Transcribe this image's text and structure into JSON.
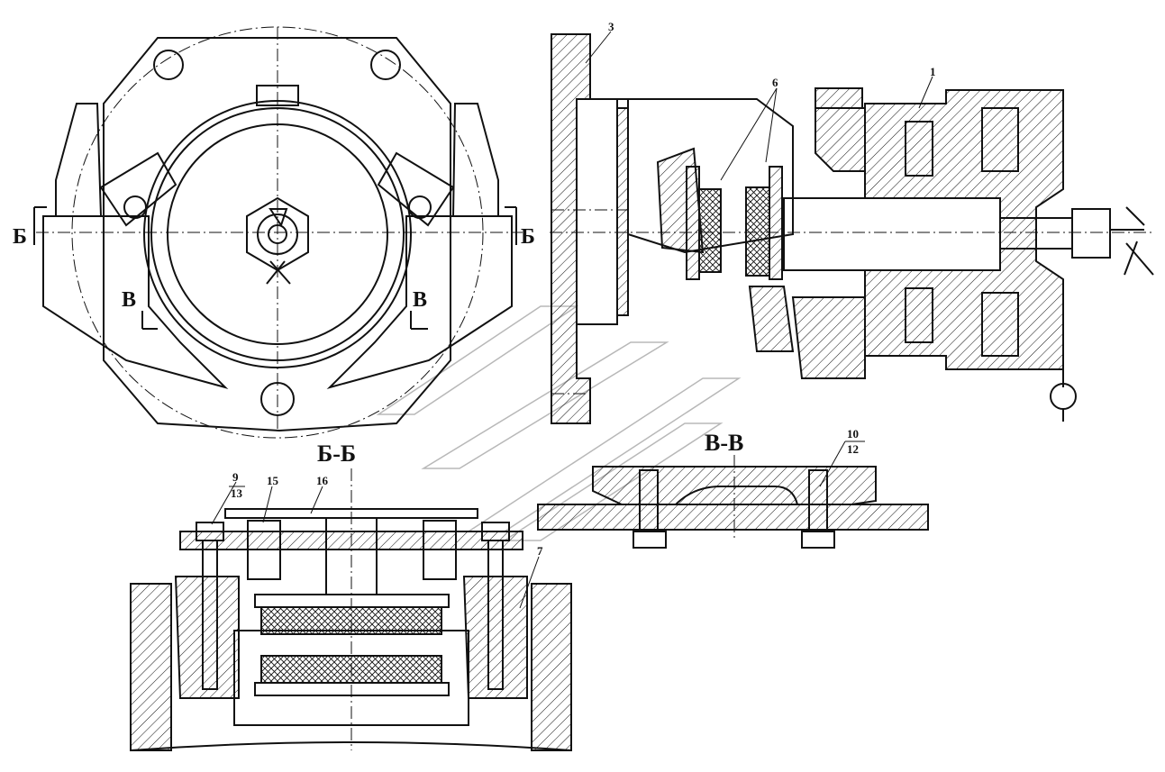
{
  "sections": {
    "bb_title": "Б-Б",
    "vv_title": "В-В",
    "b_mark": "Б",
    "v_mark": "В"
  },
  "callouts": {
    "n1": "1",
    "n3": "3",
    "n6": "6",
    "n7": "7",
    "n9": "9",
    "n10": "10",
    "n12": "12",
    "n13": "13",
    "n15": "15",
    "n16": "16"
  }
}
